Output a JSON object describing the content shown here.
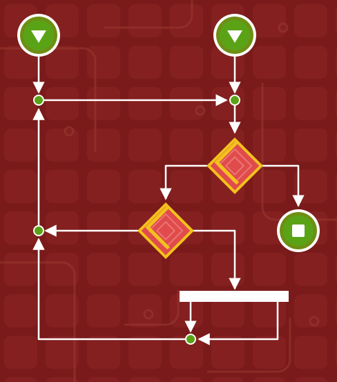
{
  "theme": {
    "background": "#7a1a1a",
    "tile": "#8e2a2a",
    "track": "#9a3b33",
    "connector": "#ffffff",
    "node_fill": "#5aa317",
    "start_ring": "#6e8f14",
    "diamond_fill": "#e04b4b",
    "diamond_border": "#f3c21b",
    "bar_fill": "#ffffff"
  },
  "board": {
    "start_nodes": [
      {
        "name": "start-node-left",
        "icon": "triangle-down-icon"
      },
      {
        "name": "start-node-right",
        "icon": "triangle-down-icon"
      }
    ],
    "end_node": {
      "name": "end-node",
      "icon": "square-stop-icon"
    },
    "decision_nodes": [
      {
        "name": "decision-diamond-top",
        "icon": "angle-marker-icon"
      },
      {
        "name": "decision-diamond-middle",
        "icon": "angle-marker-icon"
      }
    ],
    "join_nodes": [
      "join-node-top-left",
      "join-node-top-right",
      "join-node-middle-left",
      "join-node-bottom"
    ],
    "sync_bar": {
      "name": "sync-bar"
    }
  }
}
